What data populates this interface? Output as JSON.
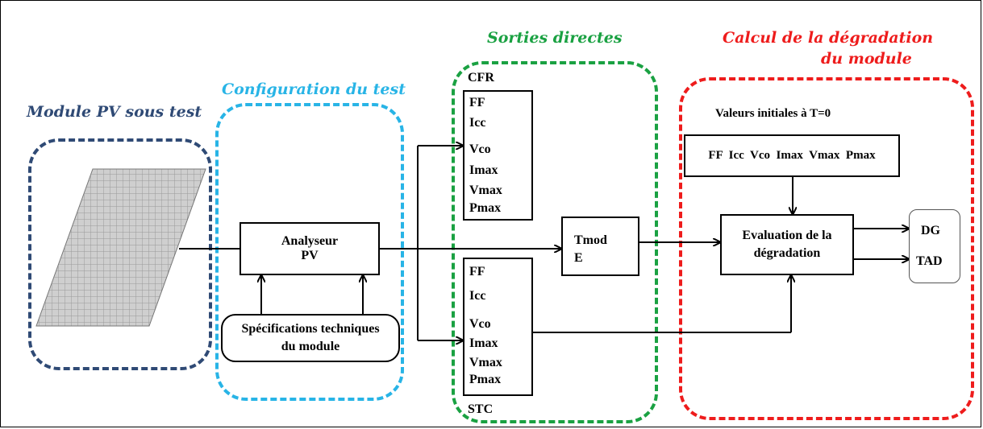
{
  "groups": {
    "module": {
      "title": "Module PV sous test",
      "color": "#2f4a75"
    },
    "config": {
      "title": "Configuration du test",
      "color": "#28b4e6"
    },
    "outputs": {
      "title": "Sorties directes",
      "color": "#1aa142"
    },
    "degradation": {
      "title_line1": "Calcul de la dégradation",
      "title_line2": "du module",
      "color": "#ee1c1c"
    }
  },
  "analyzer": {
    "line1": "Analyseur",
    "line2": "PV"
  },
  "specs": {
    "line1": "Spécifications techniques",
    "line2": "du module"
  },
  "cfr": {
    "label": "CFR",
    "params": [
      "FF",
      "Icc",
      "Vco",
      "Imax",
      "Vmax",
      "Pmax"
    ]
  },
  "stc": {
    "label": "STC",
    "params": [
      "FF",
      "Icc",
      "Vco",
      "Imax",
      "Vmax",
      "Pmax"
    ]
  },
  "tmod": {
    "line1": "Tmod",
    "line2": "E"
  },
  "initial": {
    "label": "Valeurs initiales à T=0",
    "values": "FF  Icc  Vco  Imax  Vmax  Pmax"
  },
  "evaluation": {
    "line1": "Evaluation de la",
    "line2": "dégradation"
  },
  "results": {
    "line1": "DG",
    "line2": "TAD"
  }
}
